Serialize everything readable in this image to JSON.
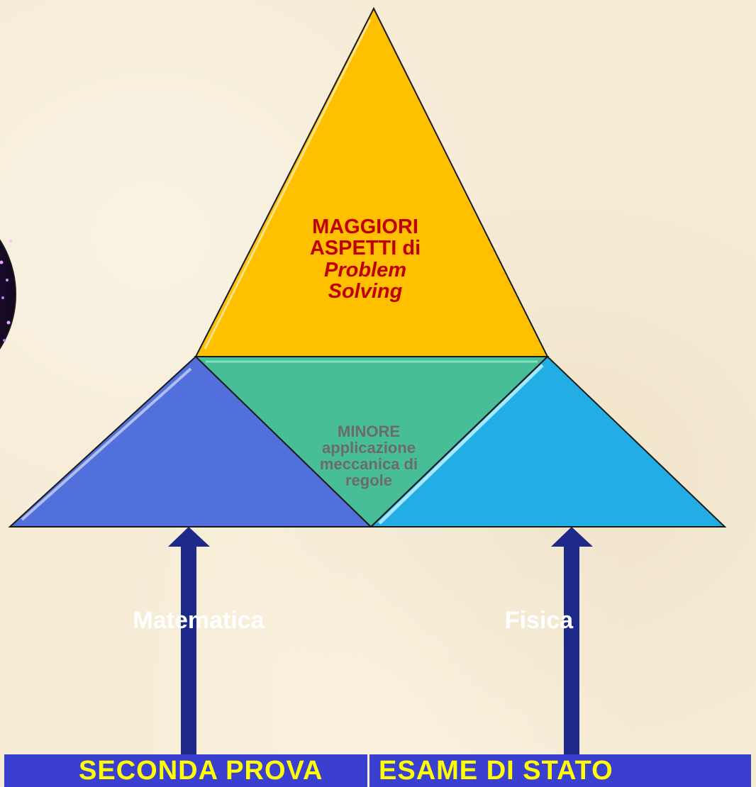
{
  "diagram": {
    "top_triangle": {
      "lines": [
        "MAGGIORI",
        "ASPETTI di",
        "Problem",
        "Solving"
      ],
      "color": "#ffc000",
      "text_color": "#c00000"
    },
    "middle_triangle": {
      "lines": [
        "MINORE",
        "applicazione",
        "meccanica di",
        "regole"
      ],
      "color": "#47bd98",
      "text_color": "#6b6b6b"
    },
    "left_triangle": {
      "label": "Matematica",
      "color": "#5170dc"
    },
    "right_triangle": {
      "label": "Fisica",
      "color": "#22ade4"
    },
    "arrows": {
      "color": "#1e2a8a",
      "targets": [
        "Matematica",
        "Fisica"
      ]
    },
    "banner": {
      "left_text": "SECONDA  PROVA",
      "right_text": "ESAME  DI  STATO",
      "background": "#3b3fd0",
      "text_color": "#ffff00"
    },
    "side_image": {
      "icon": "circular-photo-icon"
    }
  }
}
